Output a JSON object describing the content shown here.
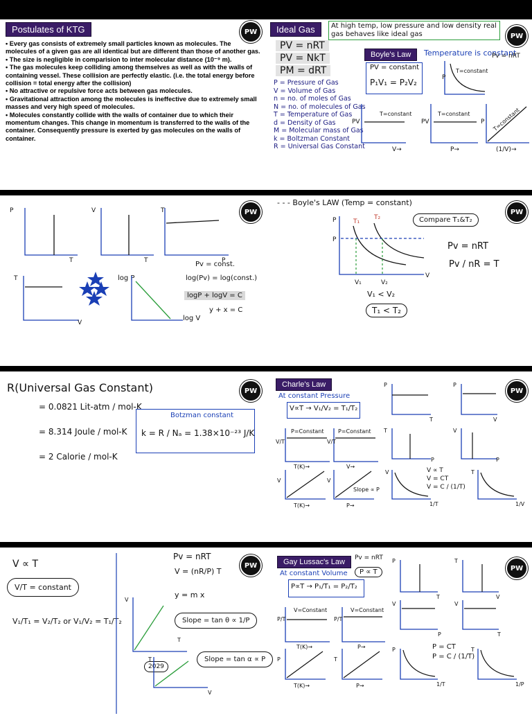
{
  "slide1": {
    "title": "Postulates of KTG",
    "postulates": [
      "• Every gas consists of extremely small particles known as molecules. The molecules of a given gas are all identical but are different than those of another gas.",
      "• The size is negligible in comparision to inter molecular distance (10⁻⁹ m).",
      "• The gas molecules keep colliding among themselves as well as with the walls of containing vessel. These collision are perfectly elastic. (i.e. the total energy before collision = total energy after the collision)",
      "• No attractive or repulsive force acts between gas molecules.",
      "• Gravitational attraction among the molecules is ineffective due to extremely small masses and very high speed of molecules.",
      "• Molecules constantly collide with the walls of container due to which their momentum changes. This change in momentum is transferred to the walls of the container. Consequently pressure is exerted by gas molecules on the walls of container."
    ],
    "ideal_gas_title": "Ideal Gas",
    "ideal_gas_note": "At high temp, low pressure and low density real gas behaves like ideal gas",
    "equations": [
      "PV = nRT",
      "PV = NkT",
      "PM = dRT"
    ],
    "legend": [
      "P = Pressure of Gas",
      "V = Volume of Gas",
      "n = no. of moles of Gas",
      "N = no. of molecules of Gas",
      "T = Temperature of Gas",
      "d = Density of Gas",
      "M = Molecular mass of Gas",
      "k = Boltzman Constant",
      "R = Universal Gas Constant"
    ],
    "boyle_title": "Boyle's Law",
    "boyle_note": "Temperature is constant",
    "boyle_eq1": "PV = constant",
    "boyle_eq2": "P₁V₁ = P₂V₂",
    "t_const": "T=constant",
    "pv_nrt": "Pv = nRT"
  },
  "slide2": {
    "boyle_heading": "- - - Boyle's LAW (Temp = constant)",
    "compare": "Compare T₁&T₂",
    "pv_const": "Pv = const.",
    "log1": "log(Pv) = log(const.)",
    "log2": "logP + logV = C",
    "log3": "y + x = C",
    "pv_nrt": "Pv = nRT",
    "pv_over_nr": "Pv / nR = T",
    "v_rel": "V₁ < V₂",
    "t_rel": "T₁ < T₂",
    "logp": "log P",
    "logv": "log V"
  },
  "slide3": {
    "r_title": "R(Universal Gas Constant)",
    "r_values": [
      "= 0.0821 Lit-atm / mol-K",
      "= 8.314 Joule / mol-K",
      "= 2 Calorie / mol-K"
    ],
    "boltzman_label": "Botzman constant",
    "boltzman_eq": "k = R / Nₐ = 1.38×10⁻²³ J/K",
    "charles_title": "Charle's Law",
    "charles_note": "At constant Pressure",
    "charles_eq": "V∝T → V₁/V₂ = T₁/T₂",
    "p_constant": "P=Constant",
    "v_ct": [
      "V ∝ T",
      "V = CT",
      "V = C / (1/T)"
    ],
    "slope": "Slope ∝ P"
  },
  "slide4": {
    "v_prop_t": "V ∝ T",
    "v_over_t": "V/T = constant",
    "ratio": "V₁/T₁ = V₂/T₂   or   V₁/V₂ = T₁/T₂",
    "pv_nrt": "Pv = nRT",
    "v_eq": "V = (nR/P) T",
    "y_mx": "y = m x",
    "slope1": "Slope = tan θ ∝ 1/P",
    "slope2": "Slope = tan α ∝ P",
    "year": "2029",
    "gay_title": "Gay Lussac's Law",
    "gay_note": "At constant Volume",
    "gay_eq": "P∝T → P₁/T₁ = P₂/T₂",
    "p_alpha_t": "P ∝ T",
    "v_constant": "V=Constant",
    "p_ct": [
      "P = CT",
      "P = C / (1/T)"
    ]
  },
  "logo": "PW"
}
